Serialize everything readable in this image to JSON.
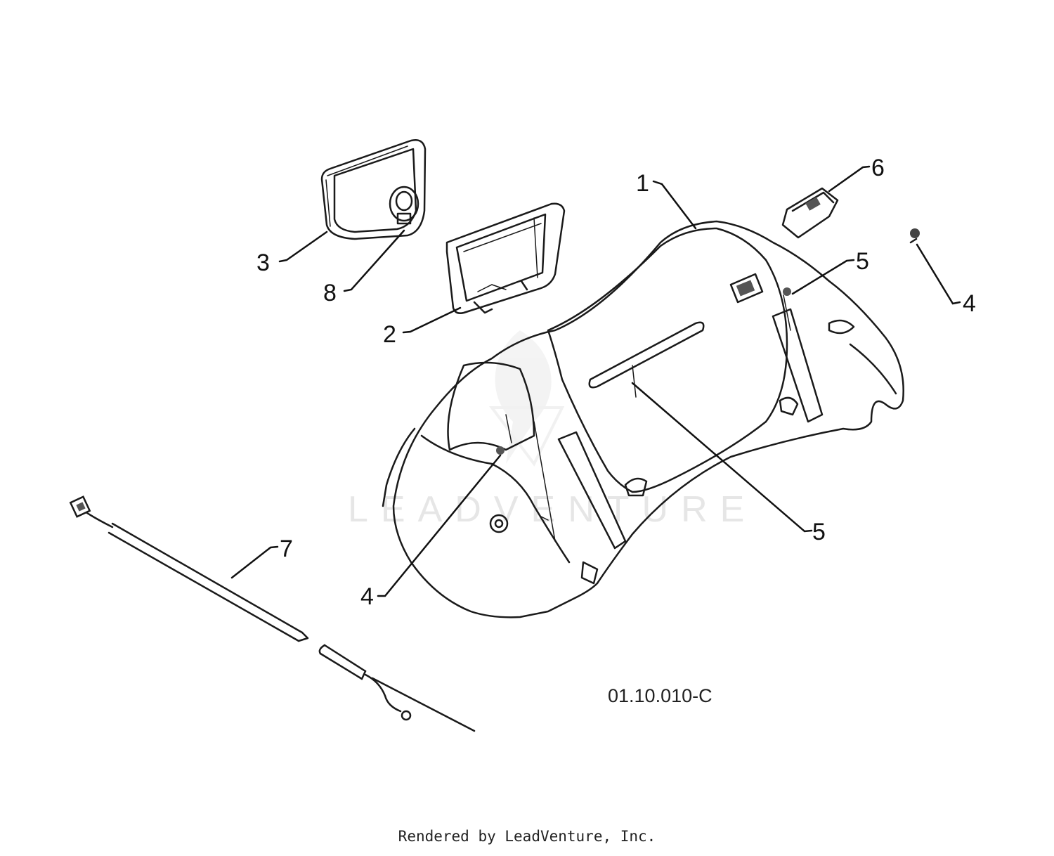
{
  "diagram": {
    "drawing_number": "01.10.010-C",
    "watermark": "LEADVENTURE",
    "footer": "Rendered by LeadVenture, Inc.",
    "callouts": {
      "c1": "1",
      "c2": "2",
      "c3": "3",
      "c4a": "4",
      "c4b": "4",
      "c5a": "5",
      "c5b": "5",
      "c6": "6",
      "c7": "7",
      "c8": "8"
    }
  },
  "colors": {
    "line": "#1a1a1a",
    "part_fill": "#f2f2f2",
    "part_shade": "#d9d9d9",
    "dark_fill": "#555555",
    "watermark": "#e6e6e6"
  }
}
